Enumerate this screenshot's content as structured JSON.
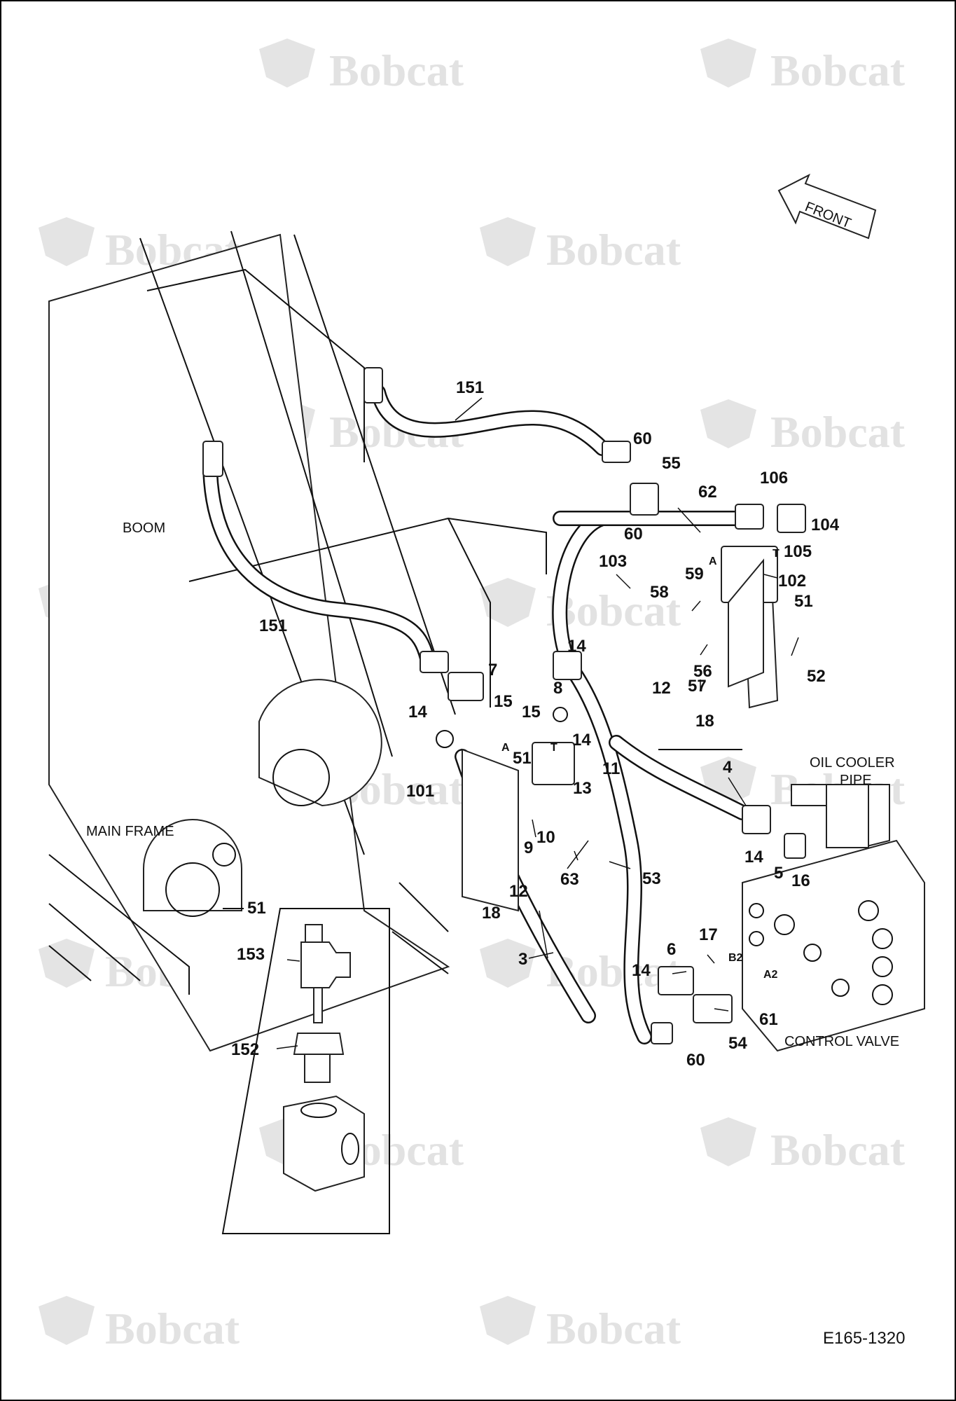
{
  "watermark": "Bobcat",
  "drawing_number": "E165-1320",
  "front_label": "FRONT",
  "area_labels": {
    "boom": "BOOM",
    "main_frame": "MAIN FRAME",
    "oil_cooler_line1": "OIL COOLER",
    "oil_cooler_line2": "PIPE",
    "control_valve": "CONTROL VALVE"
  },
  "port_labels": {
    "a_upper": "A",
    "t_upper": "T",
    "a_lower": "A",
    "t_lower": "T",
    "b2": "B2",
    "a2": "A2"
  },
  "callouts": [
    {
      "id": "c151a",
      "text": "151"
    },
    {
      "id": "c151b",
      "text": "151"
    },
    {
      "id": "c60a",
      "text": "60"
    },
    {
      "id": "c55",
      "text": "55"
    },
    {
      "id": "c60b",
      "text": "60"
    },
    {
      "id": "c62",
      "text": "62"
    },
    {
      "id": "c106",
      "text": "106"
    },
    {
      "id": "c104",
      "text": "104"
    },
    {
      "id": "c105",
      "text": "105"
    },
    {
      "id": "c103",
      "text": "103"
    },
    {
      "id": "c102",
      "text": "102"
    },
    {
      "id": "c59",
      "text": "59"
    },
    {
      "id": "c58",
      "text": "58"
    },
    {
      "id": "c51a",
      "text": "51"
    },
    {
      "id": "c14a",
      "text": "14"
    },
    {
      "id": "c56",
      "text": "56"
    },
    {
      "id": "c57",
      "text": "57"
    },
    {
      "id": "c52",
      "text": "52"
    },
    {
      "id": "c12a",
      "text": "12"
    },
    {
      "id": "c18a",
      "text": "18"
    },
    {
      "id": "c7",
      "text": "7"
    },
    {
      "id": "c8",
      "text": "8"
    },
    {
      "id": "c15a",
      "text": "15"
    },
    {
      "id": "c15b",
      "text": "15"
    },
    {
      "id": "c14b",
      "text": "14"
    },
    {
      "id": "c14c",
      "text": "14"
    },
    {
      "id": "c51b",
      "text": "51"
    },
    {
      "id": "c11",
      "text": "11"
    },
    {
      "id": "c13",
      "text": "13"
    },
    {
      "id": "c4",
      "text": "4"
    },
    {
      "id": "c101",
      "text": "101"
    },
    {
      "id": "c9",
      "text": "9"
    },
    {
      "id": "c10",
      "text": "10"
    },
    {
      "id": "c63",
      "text": "63"
    },
    {
      "id": "c53",
      "text": "53"
    },
    {
      "id": "c14d",
      "text": "14"
    },
    {
      "id": "c5",
      "text": "5"
    },
    {
      "id": "c16",
      "text": "16"
    },
    {
      "id": "c12b",
      "text": "12"
    },
    {
      "id": "c18b",
      "text": "18"
    },
    {
      "id": "c51c",
      "text": "51"
    },
    {
      "id": "c153",
      "text": "153"
    },
    {
      "id": "c152",
      "text": "152"
    },
    {
      "id": "c3",
      "text": "3"
    },
    {
      "id": "c6",
      "text": "6"
    },
    {
      "id": "c17",
      "text": "17"
    },
    {
      "id": "c14e",
      "text": "14"
    },
    {
      "id": "c61",
      "text": "61"
    },
    {
      "id": "c54",
      "text": "54"
    },
    {
      "id": "c60c",
      "text": "60"
    }
  ]
}
